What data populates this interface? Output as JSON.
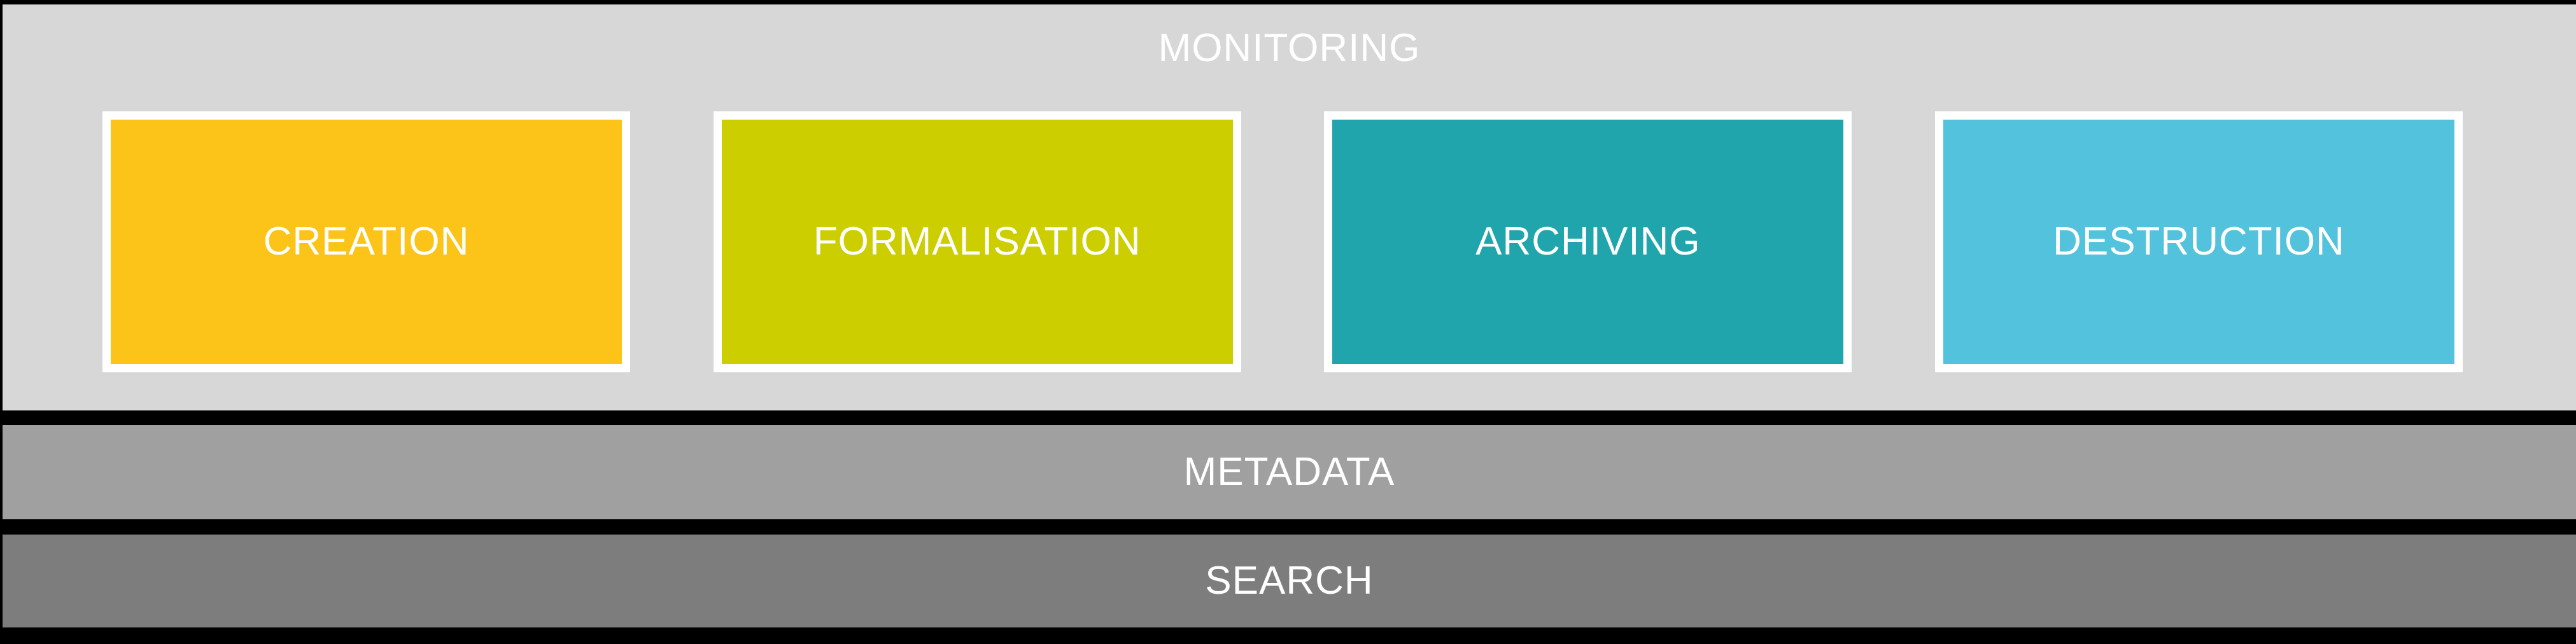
{
  "diagram": {
    "type": "layered-lifecycle-diagram",
    "background_color": "#000000",
    "monitoring": {
      "title": "MONITORING",
      "background_color": "#D7D7D7",
      "title_color": "#FFFFFF",
      "stages": [
        {
          "label": "CREATION",
          "fill_color": "#FCC419",
          "border_color": "#FFFFFF",
          "text_color": "#FFFFFF"
        },
        {
          "label": "FORMALISATION",
          "fill_color": "#CCCE00",
          "border_color": "#FFFFFF",
          "text_color": "#FFFFFF"
        },
        {
          "label": "ARCHIVING",
          "fill_color": "#20A5AD",
          "border_color": "#FFFFFF",
          "text_color": "#FFFFFF"
        },
        {
          "label": "DESTRUCTION",
          "fill_color": "#53C2DC",
          "border_color": "#FFFFFF",
          "text_color": "#FFFFFF"
        }
      ]
    },
    "layers": [
      {
        "label": "METADATA",
        "fill_color": "#A0A0A0",
        "text_color": "#FFFFFF"
      },
      {
        "label": "SEARCH",
        "fill_color": "#7D7D7D",
        "text_color": "#FFFFFF"
      }
    ]
  }
}
